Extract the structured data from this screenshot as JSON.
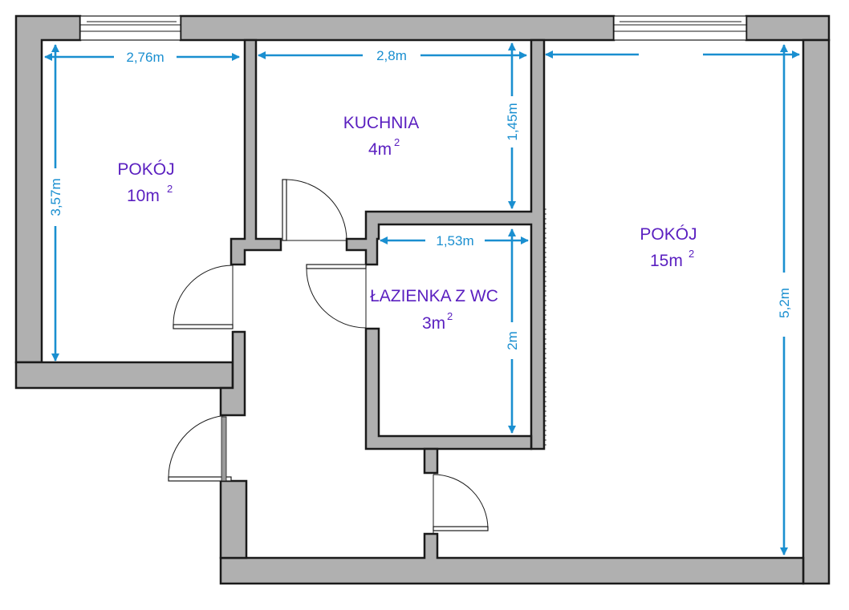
{
  "rooms": {
    "left_room": {
      "name": "POKÓJ",
      "area": "10m",
      "area_sup": "2"
    },
    "kitchen": {
      "name": "KUCHNIA",
      "area": "4m",
      "area_sup": "2"
    },
    "bathroom": {
      "name": "ŁAZIENKA Z WC",
      "area": "3m",
      "area_sup": "2"
    },
    "right_room": {
      "name": "POKÓJ",
      "area": "15m",
      "area_sup": "2"
    }
  },
  "dimensions": {
    "left_room_width": "2,76m",
    "left_room_height": "3,57m",
    "kitchen_width": "2,8m",
    "kitchen_height": "1,45m",
    "bathroom_width": "1,53m",
    "bathroom_height": "2m",
    "right_room_height": "5,2m"
  },
  "colors": {
    "wall_fill": "#b0b0b0",
    "dimension": "#1a8fd0",
    "room_label": "#5a1fc0"
  }
}
